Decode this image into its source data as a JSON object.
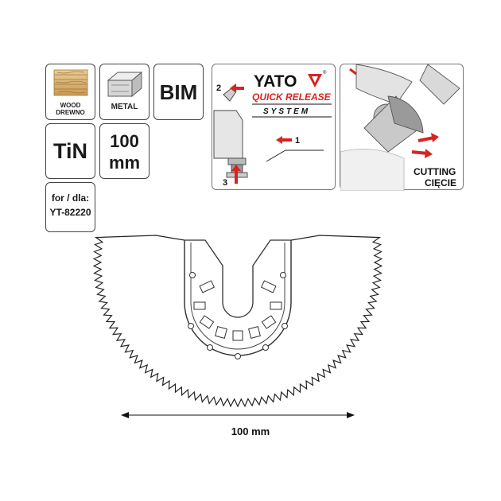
{
  "tiles": {
    "wood": {
      "line1": "WOOD",
      "line2": "DREWNO"
    },
    "metal": {
      "label": "METAL"
    },
    "bim": {
      "label": "BIM"
    },
    "tin": {
      "label": "TiN"
    },
    "size": {
      "line1": "100",
      "line2": "mm"
    },
    "compat": {
      "line1": "for / dla:",
      "line2": "YT-82220"
    }
  },
  "quick_release": {
    "brand": "YATO",
    "registered": "®",
    "line1": "QUICK RELEASE",
    "line2": "SYSTEM",
    "steps": [
      "1",
      "2",
      "3"
    ],
    "accent_color": "#d8231f"
  },
  "cutting": {
    "line1": "CUTTING",
    "line2": "CIĘCIE"
  },
  "blade": {
    "dimension_label": "100 mm"
  }
}
